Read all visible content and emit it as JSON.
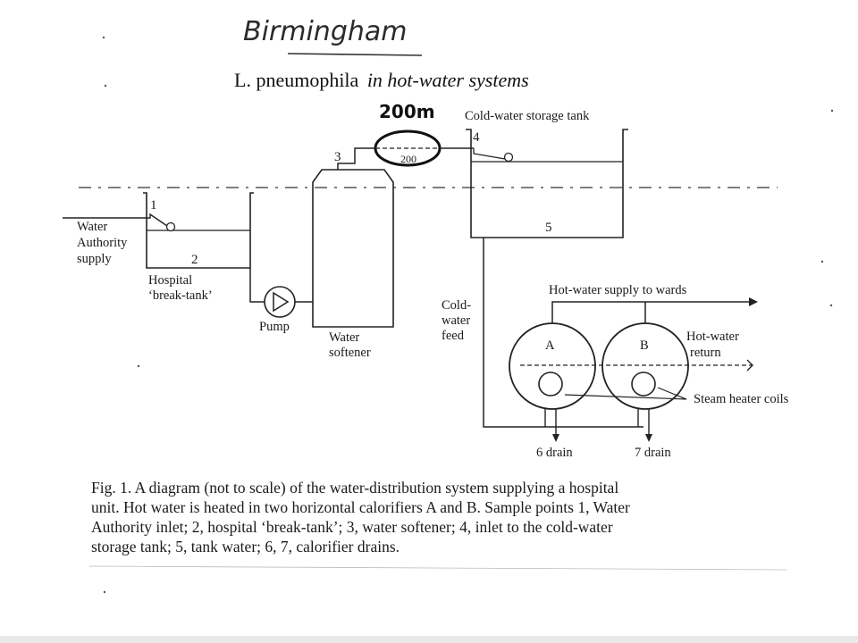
{
  "handwritten": {
    "location": "Birmingham",
    "distance": "200m",
    "distance_small": "200"
  },
  "title": {
    "prefix": "L. pneumophila",
    "suffix": "in hot-water systems"
  },
  "labels": {
    "cold_water_storage_tank": "Cold-water storage tank",
    "point_1": "1",
    "point_2": "2",
    "point_3": "3",
    "point_4": "4",
    "point_5": "5",
    "water": "Water",
    "authority": "Authority",
    "supply": "supply",
    "hospital": "Hospital",
    "break_tank": "‘break-tank’",
    "pump": "Pump",
    "water_softener_1": "Water",
    "water_softener_2": "softener",
    "cold_1": "Cold-",
    "cold_2": "water",
    "cold_3": "feed",
    "hot_water_supply": "Hot-water supply to wards",
    "calorifier_a": "A",
    "calorifier_b": "B",
    "hot_water_return_1": "Hot-water",
    "hot_water_return_2": "return",
    "steam_heater_coils": "Steam heater coils",
    "drain_6": "6 drain",
    "drain_7": "7 drain"
  },
  "caption": {
    "line1": "Fig. 1. A diagram (not to scale) of the water-distribution system supplying a hospital",
    "line2": "unit. Hot water is heated in two horizontal calorifiers A and B. Sample points 1, Water",
    "line3": "Authority inlet; 2, hospital ‘break-tank’; 3, water softener; 4, inlet to the cold-water",
    "line4": "storage tank; 5, tank water; 6, 7, calorifier drains."
  }
}
